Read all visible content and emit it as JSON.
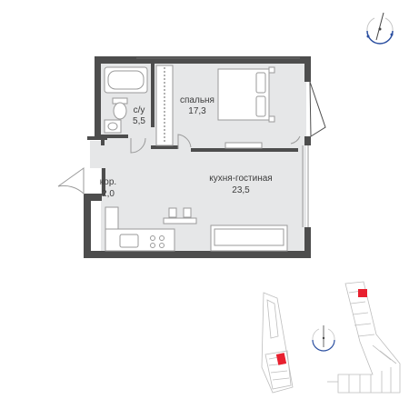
{
  "rooms": [
    {
      "id": "bathroom",
      "name": "с/у",
      "area": "5,5"
    },
    {
      "id": "bedroom",
      "name": "спальня",
      "area": "17,3"
    },
    {
      "id": "kitchen-living",
      "name": "кухня-гостиная",
      "area": "23,5"
    },
    {
      "id": "corridor",
      "name": "кор.",
      "area": "2,0"
    }
  ],
  "highlight_color": "#e8202f",
  "wall_color": "#4d4d4d",
  "floor_color": "#e6e7e8"
}
